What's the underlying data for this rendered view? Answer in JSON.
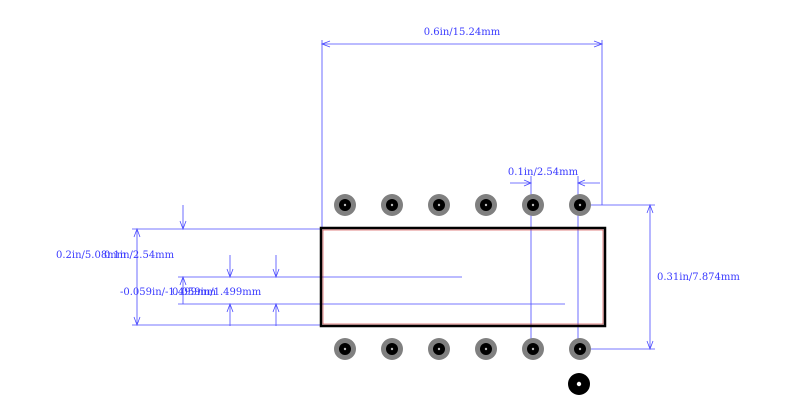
{
  "dimensions": {
    "width_top": "0.6in/15.24mm",
    "pitch": "0.1in/2.54mm",
    "row_spacing": "0.31in/7.874mm",
    "left_a": "0.2in/5.08mm",
    "left_b": "0.1in/2.54mm",
    "left_c": "-0.059in/-1.499mm",
    "left_d": "0.059in/1.499mm"
  },
  "pins": {
    "top_row_count": 6,
    "bottom_row_count": 6
  },
  "colors": {
    "dimension": "#4a4aff",
    "outline": "#000000",
    "pad": "#808080",
    "hole": "#000000",
    "outline_inner": "#cc3333"
  }
}
